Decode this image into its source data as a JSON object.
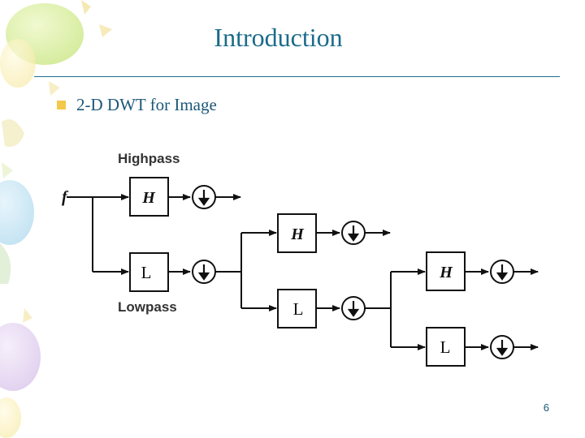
{
  "slide": {
    "title": "Introduction",
    "bullet": "2-D DWT for Image",
    "page_number": "6"
  },
  "diagram": {
    "input_label": "f",
    "highpass_label": "Highpass",
    "lowpass_label": "Lowpass",
    "stages": [
      {
        "high_filter": "H",
        "low_filter": "L"
      },
      {
        "high_filter": "H",
        "low_filter": "L"
      },
      {
        "high_filter": "H",
        "low_filter": "L"
      }
    ]
  },
  "colors": {
    "title": "#1b6b8a",
    "rule": "#1f6f91",
    "bullet": "#f4c84a",
    "diagram_ink": "#111111"
  }
}
